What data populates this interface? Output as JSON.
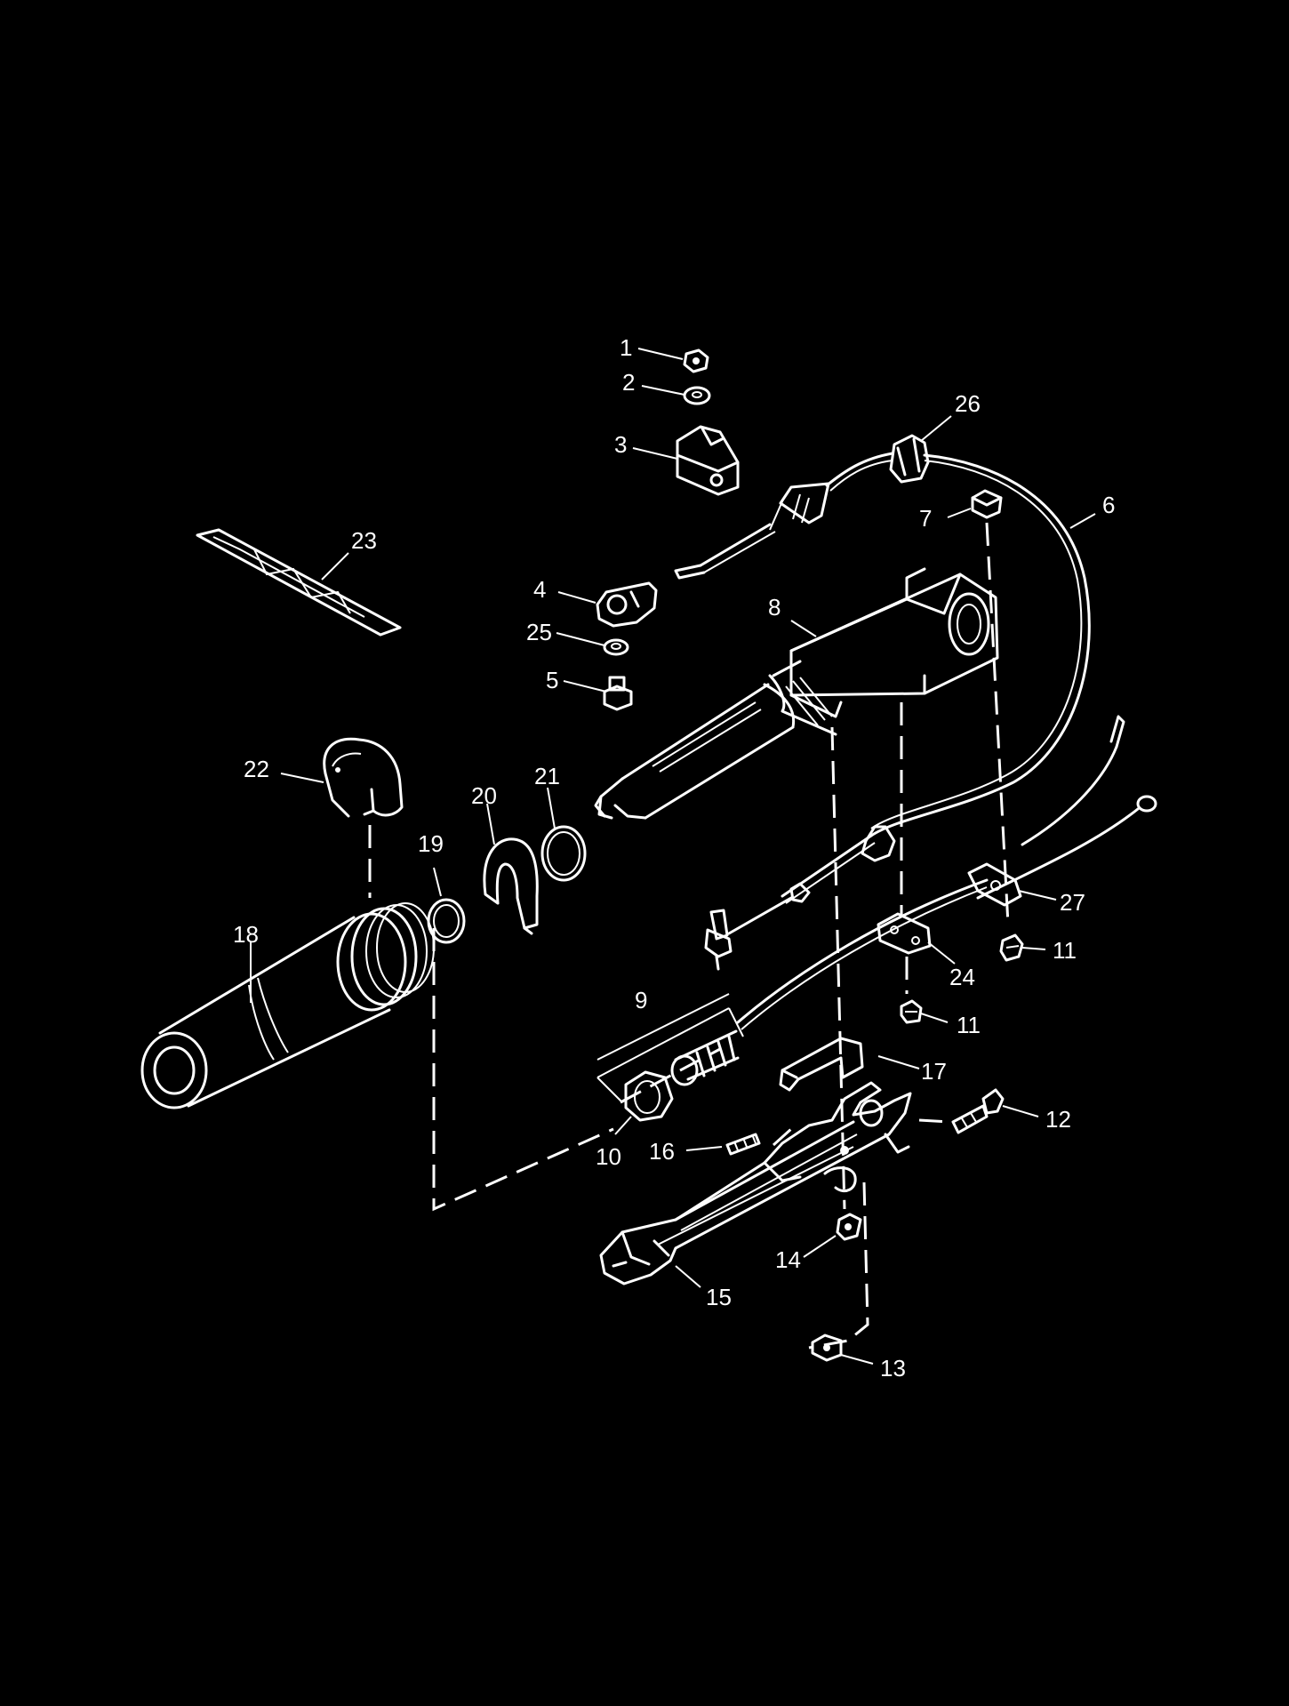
{
  "diagram": {
    "background": "#000000",
    "line_color": "#ffffff",
    "callouts": [
      {
        "id": "c1",
        "text": "1"
      },
      {
        "id": "c2",
        "text": "2"
      },
      {
        "id": "c3",
        "text": "3"
      },
      {
        "id": "c26",
        "text": "26"
      },
      {
        "id": "c6",
        "text": "6"
      },
      {
        "id": "c7",
        "text": "7"
      },
      {
        "id": "c23",
        "text": "23"
      },
      {
        "id": "c4",
        "text": "4"
      },
      {
        "id": "c8",
        "text": "8"
      },
      {
        "id": "c25",
        "text": "25"
      },
      {
        "id": "c5",
        "text": "5"
      },
      {
        "id": "c22",
        "text": "22"
      },
      {
        "id": "c20",
        "text": "20"
      },
      {
        "id": "c21",
        "text": "21"
      },
      {
        "id": "c19",
        "text": "19"
      },
      {
        "id": "c27",
        "text": "27"
      },
      {
        "id": "c18",
        "text": "18"
      },
      {
        "id": "c11a",
        "text": "11"
      },
      {
        "id": "c24",
        "text": "24"
      },
      {
        "id": "c9",
        "text": "9"
      },
      {
        "id": "c11b",
        "text": "11"
      },
      {
        "id": "c17",
        "text": "17"
      },
      {
        "id": "c12",
        "text": "12"
      },
      {
        "id": "c16",
        "text": "16"
      },
      {
        "id": "c10",
        "text": "10"
      },
      {
        "id": "c14",
        "text": "14"
      },
      {
        "id": "c15",
        "text": "15"
      },
      {
        "id": "c13",
        "text": "13"
      }
    ]
  }
}
